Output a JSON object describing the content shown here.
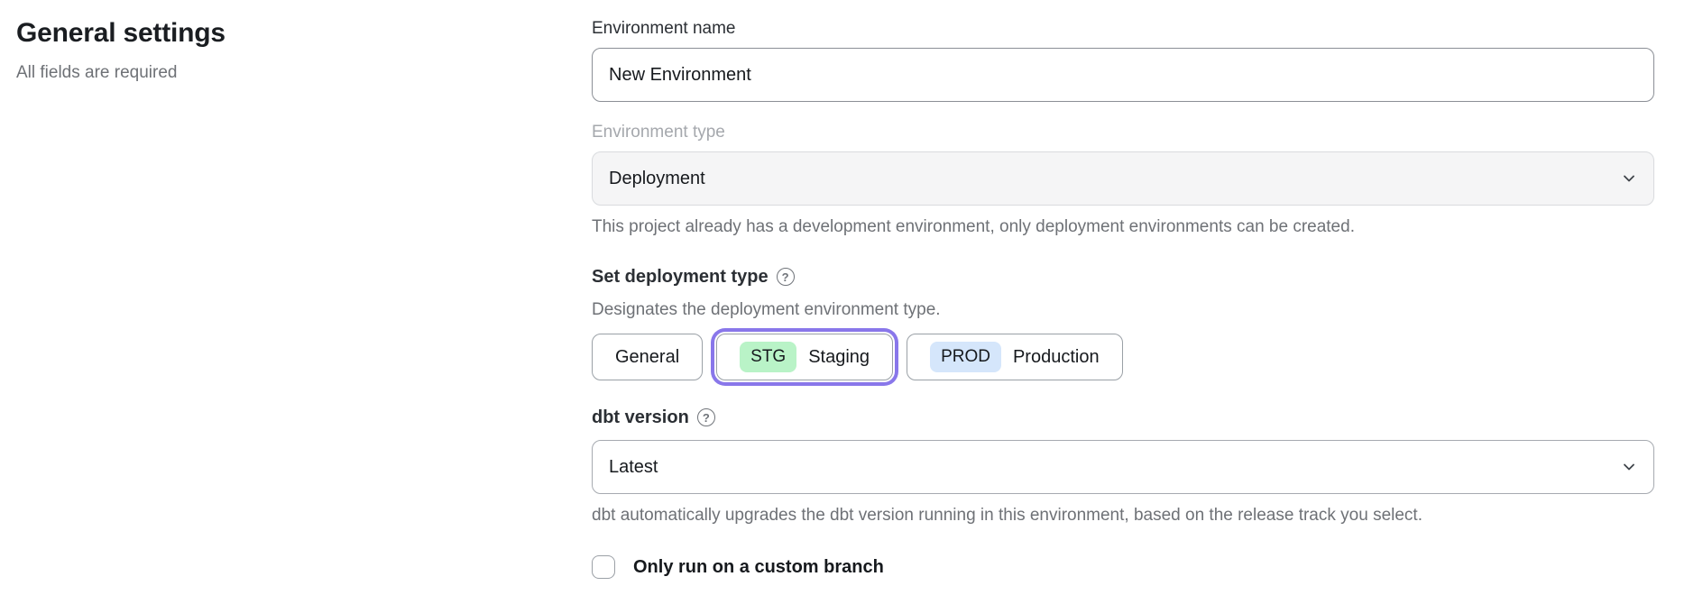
{
  "page": {
    "title": "General settings",
    "subtitle": "All fields are required"
  },
  "form": {
    "environment_name": {
      "label": "Environment name",
      "value": "New Environment"
    },
    "environment_type": {
      "label": "Environment type",
      "value": "Deployment",
      "disabled": true,
      "helper": "This project already has a development environment, only deployment environments can be created."
    },
    "deployment_type": {
      "label": "Set deployment type",
      "helper": "Designates the deployment environment type.",
      "options": [
        {
          "label": "General",
          "badge": "",
          "selected": false
        },
        {
          "label": "Staging",
          "badge": "STG",
          "selected": true
        },
        {
          "label": "Production",
          "badge": "PROD",
          "selected": false
        }
      ]
    },
    "dbt_version": {
      "label": "dbt version",
      "value": "Latest",
      "helper": "dbt automatically upgrades the dbt version running in this environment, based on the release track you select."
    },
    "custom_branch": {
      "label": "Only run on a custom branch",
      "checked": false
    }
  },
  "icons": {
    "help_glyph": "?"
  },
  "colors": {
    "staging_badge_bg": "#b9f3c7",
    "production_badge_bg": "#d5e6fb",
    "selected_ring": "#8977ea",
    "disabled_field_bg": "#f5f5f6",
    "helper_text": "#6e7176"
  }
}
